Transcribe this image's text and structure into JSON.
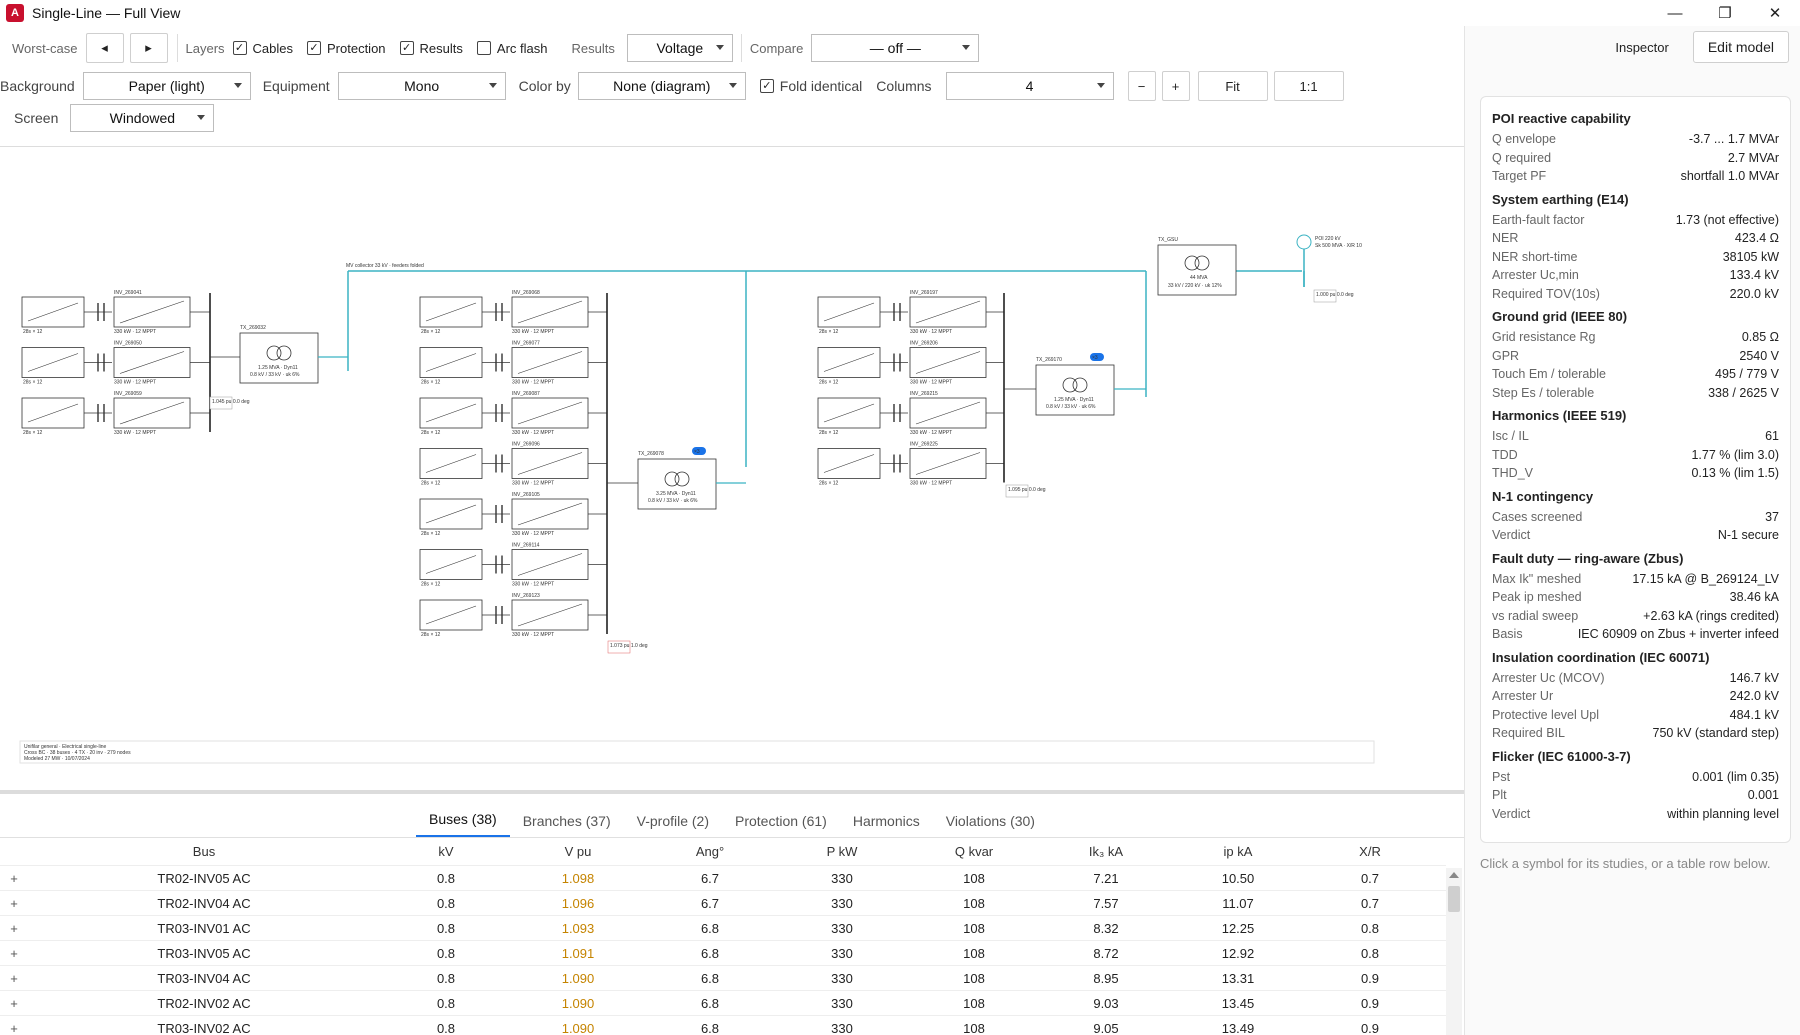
{
  "window": {
    "title": "Single-Line — Full View",
    "app_icon_letter": "A",
    "minimize": "—",
    "restore": "❐",
    "close": "✕"
  },
  "toolbar": {
    "worst_case_label": "Worst-case",
    "prev_label": "◂",
    "next_label": "▸",
    "layers_label": "Layers",
    "cables": {
      "label": "Cables",
      "checked": true
    },
    "protection": {
      "label": "Protection",
      "checked": true
    },
    "results": {
      "label": "Results",
      "checked": true
    },
    "arc_flash": {
      "label": "Arc flash",
      "checked": false
    },
    "results_label": "Results",
    "results_value": "Voltage",
    "compare_label": "Compare",
    "compare_value": "— off —",
    "background_label": "Background",
    "background_value": "Paper (light)",
    "equipment_label": "Equipment",
    "equipment_value": "Mono",
    "color_by_label": "Color by",
    "color_by_value": "None (diagram)",
    "fold_identical": {
      "label": "Fold identical",
      "checked": true
    },
    "columns_label": "Columns",
    "columns_value": "4",
    "zoom_out": "−",
    "zoom_in": "+",
    "fit_label": "Fit",
    "one_to_one_label": "1:1",
    "screen_label": "Screen",
    "screen_value": "Windowed"
  },
  "diagram": {
    "busbar_label": "MV collector 33 kV · feeders folded",
    "tx_gsu": {
      "name": "TX_GSU",
      "rating": "44 MVA",
      "ratio": "33 kV / 220 kV · uk 12%"
    },
    "poi": {
      "name": "POI 220 kV",
      "detail": "Sk 500 MVA · X/R 10",
      "result": "1.000 pu\n0.0 deg"
    },
    "tr_groups": [
      {
        "tx": "TX_269032",
        "rating": "1.25 MVA · Dyn11",
        "ratio": "0.8 kV / 33 kV · uk 6%",
        "inverters": [
          "INV_269041",
          "INV_269050",
          "INV_269059"
        ],
        "result": "1.045 pu\n0.0 deg",
        "badge": ""
      },
      {
        "tx": "TX_269078",
        "rating": "3.25 MVA · Dyn11",
        "ratio": "0.8 kV / 33 kV · uk 6%",
        "inverters": [
          "INV_269068",
          "INV_269077",
          "INV_269087",
          "INV_269096",
          "INV_269105",
          "INV_269114",
          "INV_269123"
        ],
        "result": "1.073 pu\n1.0 deg",
        "badge": "×3"
      },
      {
        "tx": "TX_269170",
        "rating": "1.25 MVA · Dyn11",
        "ratio": "0.8 kV / 33 kV · uk 6%",
        "inverters": [
          "INV_269197",
          "INV_269206",
          "INV_269215",
          "INV_269225"
        ],
        "result": "1.095 pu\n0.0 deg",
        "badge": "×3"
      }
    ],
    "inverter_rating": "330 kW · 12 MPPT",
    "pv_label": "28s × 12",
    "title_block": {
      "line1": "Unifilar general · Electrical single-line",
      "line2": "Cross BC · 38 buses · 4 TX · 20 inv · 279 nodes",
      "line3": "Modeled 27 MW · 10/07/2024"
    }
  },
  "tables": {
    "tabs": [
      "Buses (38)",
      "Branches (37)",
      "V-profile (2)",
      "Protection (61)",
      "Harmonics",
      "Violations (30)"
    ],
    "active_tab": 0,
    "headers": [
      "Bus",
      "kV",
      "V pu",
      "Ang°",
      "P kW",
      "Q kvar",
      "Ik₃ kA",
      "ip kA",
      "X/R"
    ],
    "rows": [
      {
        "expand": "+",
        "bus": "TR02-INV05 AC",
        "kv": "0.8",
        "vpu": "1.098",
        "ang": "6.7",
        "p": "330",
        "q": "108",
        "ik": "7.21",
        "ip": "10.50",
        "xr": "0.7"
      },
      {
        "expand": "+",
        "bus": "TR02-INV04 AC",
        "kv": "0.8",
        "vpu": "1.096",
        "ang": "6.7",
        "p": "330",
        "q": "108",
        "ik": "7.57",
        "ip": "11.07",
        "xr": "0.7"
      },
      {
        "expand": "+",
        "bus": "TR03-INV01 AC",
        "kv": "0.8",
        "vpu": "1.093",
        "ang": "6.8",
        "p": "330",
        "q": "108",
        "ik": "8.32",
        "ip": "12.25",
        "xr": "0.8"
      },
      {
        "expand": "+",
        "bus": "TR03-INV05 AC",
        "kv": "0.8",
        "vpu": "1.091",
        "ang": "6.8",
        "p": "330",
        "q": "108",
        "ik": "8.72",
        "ip": "12.92",
        "xr": "0.8"
      },
      {
        "expand": "+",
        "bus": "TR03-INV04 AC",
        "kv": "0.8",
        "vpu": "1.090",
        "ang": "6.8",
        "p": "330",
        "q": "108",
        "ik": "8.95",
        "ip": "13.31",
        "xr": "0.9"
      },
      {
        "expand": "+",
        "bus": "TR02-INV02 AC",
        "kv": "0.8",
        "vpu": "1.090",
        "ang": "6.8",
        "p": "330",
        "q": "108",
        "ik": "9.03",
        "ip": "13.45",
        "xr": "0.9"
      },
      {
        "expand": "+",
        "bus": "TR03-INV02 AC",
        "kv": "0.8",
        "vpu": "1.090",
        "ang": "6.8",
        "p": "330",
        "q": "108",
        "ik": "9.05",
        "ip": "13.49",
        "xr": "0.9"
      }
    ],
    "warn_color": "#c58400"
  },
  "inspector": {
    "tab_label": "Inspector",
    "edit_model_label": "Edit model",
    "sections": [
      {
        "title": "POI reactive capability",
        "items": [
          {
            "k": "Q envelope",
            "v": "-3.7 ... 1.7 MVAr"
          },
          {
            "k": "Q required",
            "v": "2.7 MVAr"
          },
          {
            "k": "Target PF",
            "v": "shortfall 1.0 MVAr"
          }
        ]
      },
      {
        "title": "System earthing (E14)",
        "items": [
          {
            "k": "Earth-fault factor",
            "v": "1.73 (not effective)"
          },
          {
            "k": "NER",
            "v": "423.4 Ω"
          },
          {
            "k": "NER short-time",
            "v": "38105 kW"
          },
          {
            "k": "Arrester Uc,min",
            "v": "133.4 kV"
          },
          {
            "k": "Required TOV(10s)",
            "v": "220.0 kV"
          }
        ]
      },
      {
        "title": "Ground grid (IEEE 80)",
        "items": [
          {
            "k": "Grid resistance Rg",
            "v": "0.85 Ω"
          },
          {
            "k": "GPR",
            "v": "2540 V"
          },
          {
            "k": "Touch Em / tolerable",
            "v": "495 / 779 V"
          },
          {
            "k": "Step Es / tolerable",
            "v": "338 / 2625 V"
          }
        ]
      },
      {
        "title": "Harmonics (IEEE 519)",
        "items": [
          {
            "k": "Isc / IL",
            "v": "61"
          },
          {
            "k": "TDD",
            "v": "1.77 % (lim 3.0)"
          },
          {
            "k": "THD_V",
            "v": "0.13 % (lim 1.5)"
          }
        ]
      },
      {
        "title": "N-1 contingency",
        "items": [
          {
            "k": "Cases screened",
            "v": "37"
          },
          {
            "k": "Verdict",
            "v": "N-1 secure"
          }
        ]
      },
      {
        "title": "Fault duty — ring-aware (Zbus)",
        "items": [
          {
            "k": "Max Ik\" meshed",
            "v": "17.15 kA @ B_269124_LV"
          },
          {
            "k": "Peak ip meshed",
            "v": "38.46 kA"
          },
          {
            "k": "vs radial sweep",
            "v": "+2.63 kA (rings credited)"
          },
          {
            "k": "Basis",
            "v": "IEC 60909 on Zbus + inverter infeed"
          }
        ]
      },
      {
        "title": "Insulation coordination (IEC 60071)",
        "items": [
          {
            "k": "Arrester Uc (MCOV)",
            "v": "146.7 kV"
          },
          {
            "k": "Arrester Ur",
            "v": "242.0 kV"
          },
          {
            "k": "Protective level Upl",
            "v": "484.1 kV"
          },
          {
            "k": "Required BIL",
            "v": "750 kV (standard step)"
          }
        ]
      },
      {
        "title": "Flicker (IEC 61000-3-7)",
        "items": [
          {
            "k": "Pst",
            "v": "0.001 (lim 0.35)"
          },
          {
            "k": "Plt",
            "v": "0.001"
          },
          {
            "k": "Verdict",
            "v": "within planning level"
          }
        ]
      }
    ],
    "hint": "Click a symbol for its studies, or a table row below."
  },
  "colors": {
    "accent": "#1a73e8",
    "mv_bus": "#3bb3c3",
    "warn": "#c58400",
    "result_box": "#e06060"
  }
}
